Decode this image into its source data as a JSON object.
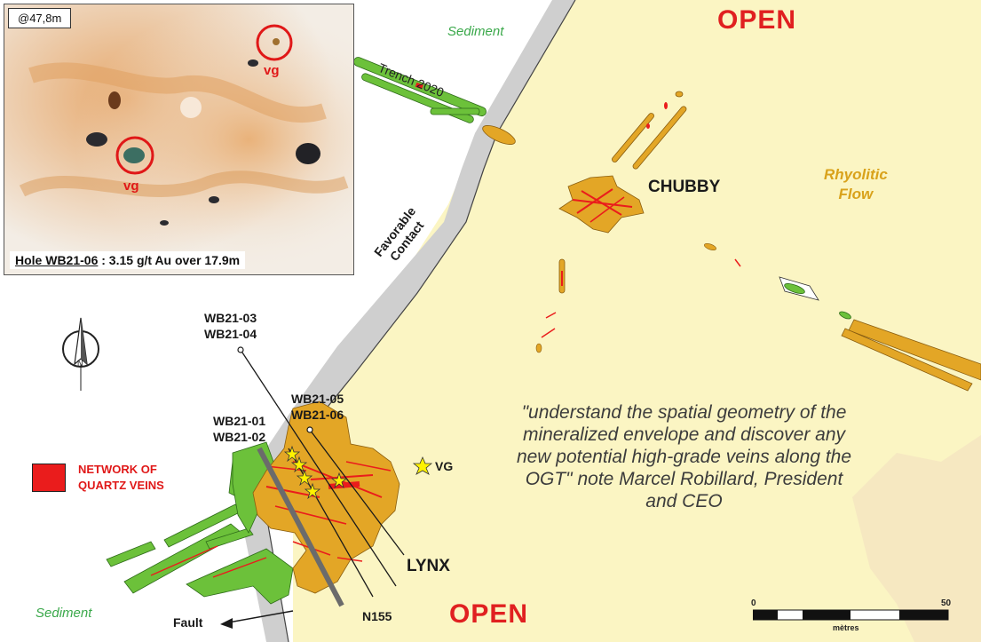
{
  "labels": {
    "open_top": "OPEN",
    "open_bottom": "OPEN",
    "sediment_top": "Sediment",
    "sediment_bottom": "Sediment",
    "trench": "Trench 2020",
    "contact_line1": "Favorable",
    "contact_line2": "Contact",
    "chubby": "CHUBBY",
    "rhyolitic_line1": "Rhyolitic",
    "rhyolitic_line2": "Flow",
    "lynx": "LYNX",
    "fault": "Fault",
    "n155": "N155",
    "vg_legend": "VG"
  },
  "drill_holes": [
    {
      "line1": "WB21-03",
      "line2": "WB21-04"
    },
    {
      "line1": "WB21-05",
      "line2": "WB21-06"
    },
    {
      "line1": "WB21-01",
      "line2": "WB21-02"
    }
  ],
  "legend": {
    "line1": "NETWORK OF",
    "line2": "QUARTZ VEINS",
    "color": "#ea1c1c"
  },
  "quote": {
    "text": "\"understand the spatial geometry of the mineralized envelope and discover any new potential high-grade veins along the OGT\" note Marcel Robillard, President and CEO"
  },
  "inset": {
    "depth": "@47,8m",
    "hole_label": "Hole WB21-06",
    "result": " : 3.15 g/t Au over 17.9m",
    "vg1": "vg",
    "vg2": "vg"
  },
  "scale": {
    "start": "0",
    "end": "50",
    "unit": "mètres"
  },
  "colors": {
    "rhyolite": "#fbf5c3",
    "sediment": "#ffffff",
    "contact": "#cfcfcf",
    "green_unit": "#6cc13a",
    "orange_unit": "#e3a626",
    "veins": "#ea1c1c"
  }
}
